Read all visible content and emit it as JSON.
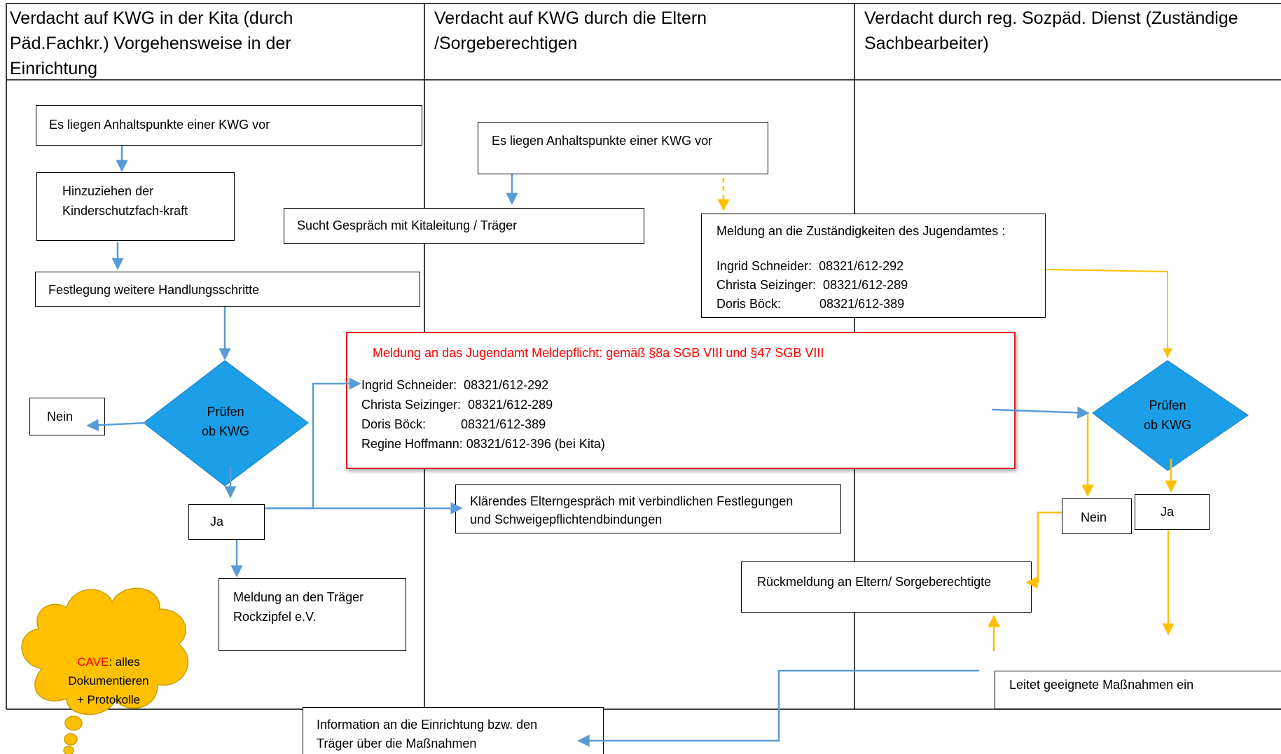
{
  "columns": [
    {
      "line1": "Verdacht auf KWG in der Kita (durch",
      "line2": "Päd.Fachkr.) Vorgehensweise in der",
      "line3": "Einrichtung"
    },
    {
      "line1": "Verdacht auf KWG durch die Eltern",
      "line2": "/Sorgeberechtigen"
    },
    {
      "line1": "Verdacht durch reg. Sozpäd. Dienst (Zuständige",
      "line2": "Sachbearbeiter)"
    }
  ],
  "left": {
    "anhaltspunkte": "Es liegen Anhaltspunkte einer KWG vor",
    "hinzuziehen_1": "Hinzuziehen der",
    "hinzuziehen_2": "Kinderschutzfach-kraft",
    "festlegung": "Festlegung weitere Handlungsschritte",
    "pruefen_1": "Prüfen",
    "pruefen_2": "ob KWG",
    "nein": "Nein",
    "ja": "Ja",
    "traeger_1": "Meldung an den Träger",
    "traeger_2": "Rockzipfel e.V."
  },
  "middle": {
    "anhaltspunkte": "Es liegen Anhaltspunkte einer KWG vor",
    "gespraech": "Sucht Gespräch mit Kitaleitung  / Träger",
    "klaerend_1": "Klärendes Elterngespräch mit verbindlichen Festlegungen",
    "klaerend_2": "und Schweigepflichtendbindungen"
  },
  "jugendamt": {
    "title": "Meldung an das Jugendamt  Meldepflicht: gemäß §8a SGB VIII und §47 SGB VIII",
    "contact_1": "Ingrid Schneider:  08321/612-292",
    "contact_2": "Christa Seizinger:  08321/612-289",
    "contact_3": "Doris Böck:          08321/612-389",
    "contact_4": "Regine Hoffmann: 08321/612-396 (bei Kita)"
  },
  "right": {
    "meldung_title": "Meldung an die Zuständigkeiten des Jugendamtes :",
    "contact_1": "Ingrid Schneider:  08321/612-292",
    "contact_2": "Christa Seizinger:  08321/612-289",
    "contact_3": "Doris Böck:           08321/612-389",
    "pruefen_1": "Prüfen",
    "pruefen_2": "ob KWG",
    "nein": "Nein",
    "ja": "Ja",
    "rueckmeldung": "Rückmeldung an Eltern/ Sorgeberechtigte",
    "massnahmen": "Leitet geeignete Maßnahmen ein"
  },
  "bottom": {
    "info_1": "Information an die Einrichtung bzw. den",
    "info_2": "Träger über die Maßnahmen"
  },
  "cloud": {
    "cave": "CAVE",
    "line1_rest": ": alles",
    "line2": "Dokumentieren",
    "line3": "+ Protokolle"
  },
  "colors": {
    "blue_arrow": "#5b9bd5",
    "orange_arrow": "#ffc000",
    "diamond_fill": "#1a9fe8",
    "cloud_fill": "#ffc000",
    "red_border": "#e31b23",
    "red_text": "#ff0000"
  }
}
